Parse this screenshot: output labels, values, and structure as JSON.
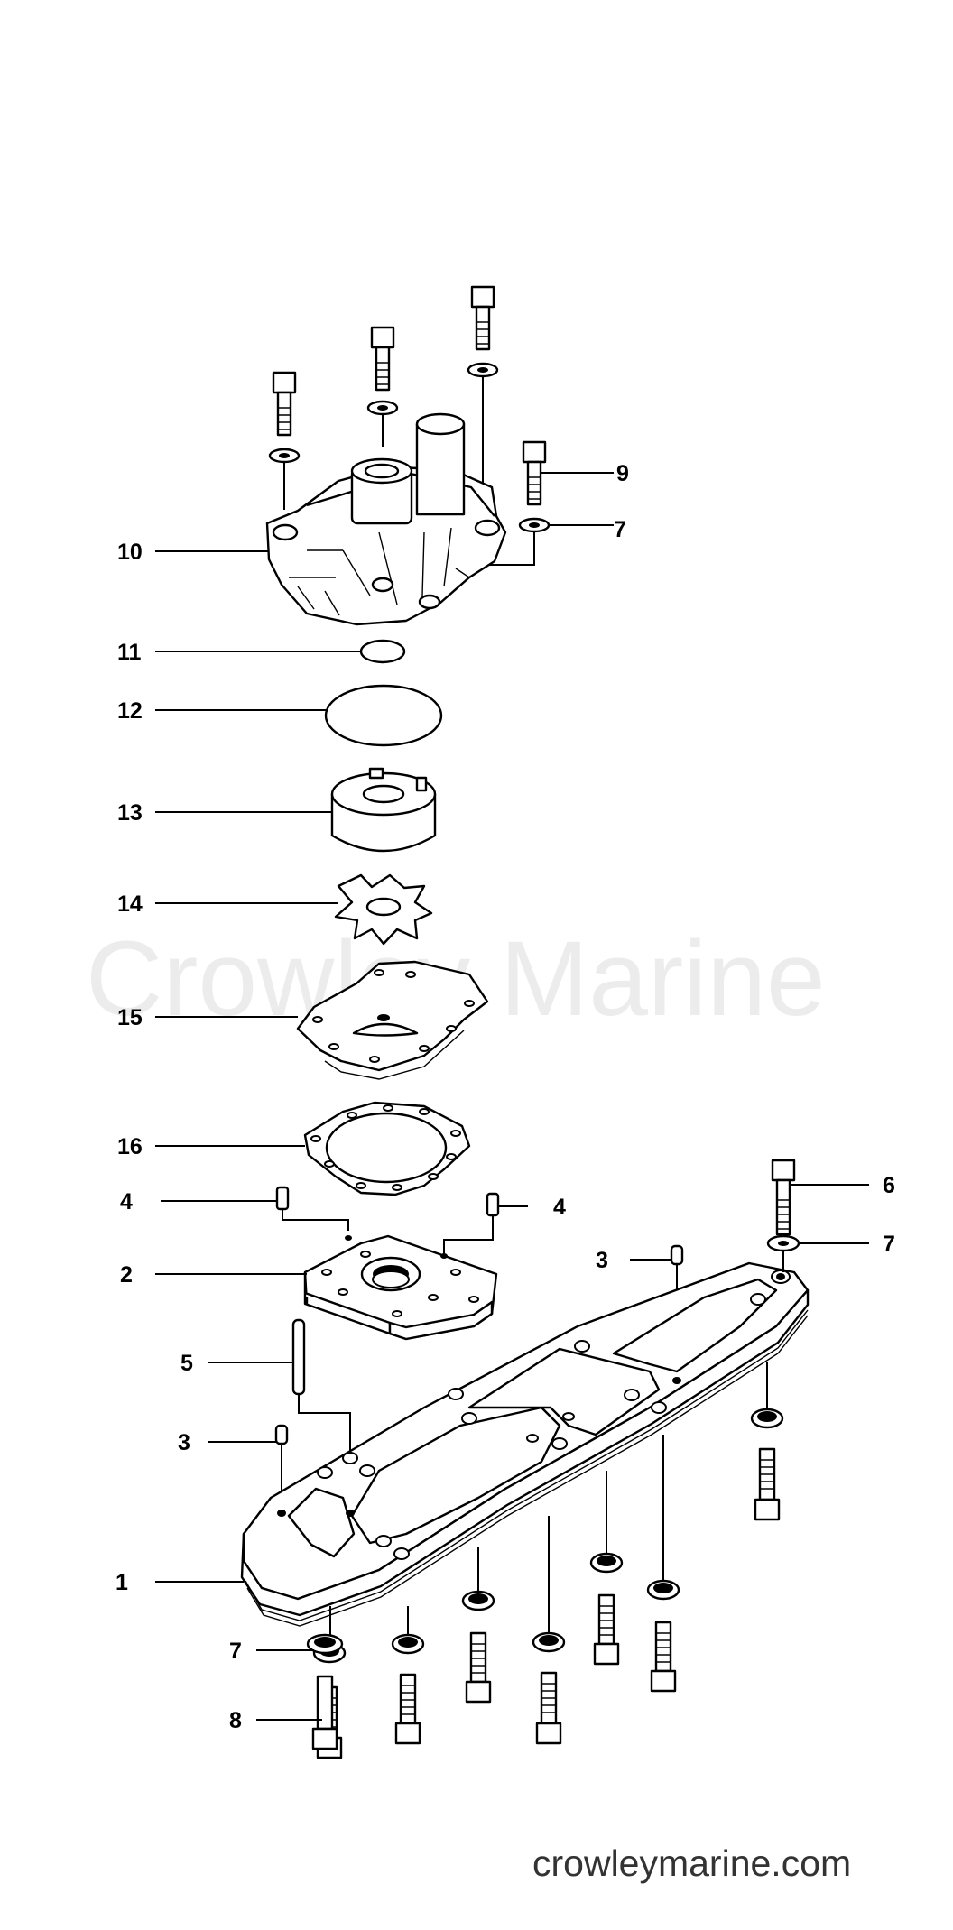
{
  "watermark": "Crowley Marine",
  "footer": "crowleymarine.com",
  "callouts": {
    "c1": "1",
    "c2": "2",
    "c3a": "3",
    "c3b": "3",
    "c4a": "4",
    "c4b": "4",
    "c5": "5",
    "c6": "6",
    "c7a": "7",
    "c7b": "7",
    "c7c": "7",
    "c8": "8",
    "c9": "9",
    "c10": "10",
    "c11": "11",
    "c12": "12",
    "c13": "13",
    "c14": "14",
    "c15": "15",
    "c16": "16"
  }
}
